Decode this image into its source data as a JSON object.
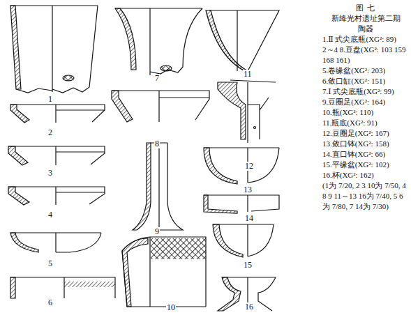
{
  "diagram": {
    "title": "图 七",
    "labels": [
      "新绛光村遗址第二期",
      "陶器",
      "1.Ⅱ 式尖底瓶(XG²: 89)",
      "2～4 8.豆盘(XG²: 103 159 168 161)",
      "5.卷缘盆(XG²: 203)",
      "6.敛口缸(XG²: 151)",
      "7.Ⅰ 式尖底瓶(XG²: 99)",
      "9.豆圈足(XG²: 164)",
      "10.瓶(XG²: 110)",
      "11.瓶底(XG²: 91)",
      "12.豆圈足(XG²: 167)",
      "13.敛口钵(XG²: 158)",
      "14.直口钵(XG²: 66)",
      "15.平缘盆(XG²: 102)",
      "16.杯(XG²: 162)",
      "(1为 7/20, 2 3 10为 7/50, 4 8 9 11～13 16为 7/40, 5 6为 7/80, 7 14为 7/30)",
      "1",
      "2",
      "3",
      "4",
      "5",
      "6",
      "7",
      "8",
      "9",
      "10",
      "11",
      "12",
      "13",
      "14",
      "15",
      "16"
    ]
  }
}
